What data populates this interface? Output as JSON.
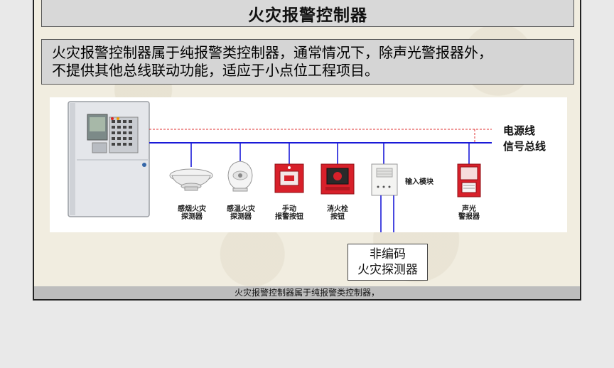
{
  "title": "火灾报警控制器",
  "description": {
    "line1": "火灾报警控制器属于纯报警类控制器，通常情况下，除声光警报器外，",
    "line2": "不提供其他总线联动功能，适应于小点位工程项目。"
  },
  "bus_labels": {
    "power": "电源线",
    "signal": "信号总线"
  },
  "colors": {
    "signal_line": "#1a1ad8",
    "power_line": "#e03030",
    "background": "#f1ede0"
  },
  "devices": {
    "smoke": {
      "line1": "感烟火灾",
      "line2": "探测器"
    },
    "heat": {
      "line1": "感温火灾",
      "line2": "探测器"
    },
    "manual": {
      "line1": "手动",
      "line2": "报警按钮"
    },
    "hydrant": {
      "line1": "消火栓",
      "line2": "按钮"
    },
    "input_module": "输入模块",
    "alarm": {
      "line1": "声光",
      "line2": "警报器"
    }
  },
  "non_addressable": {
    "line1": "非编码",
    "line2": "火灾探测器"
  },
  "caption": "火灾报警控制器属于纯报警类控制器，"
}
